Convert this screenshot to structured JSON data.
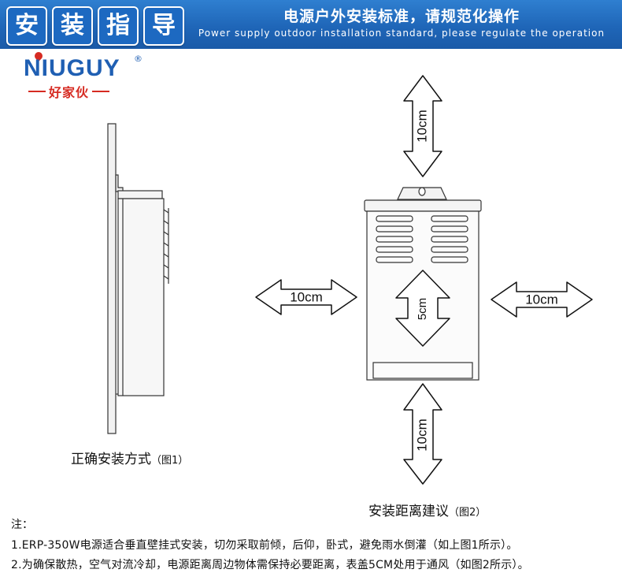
{
  "header": {
    "tiles": [
      "安",
      "装",
      "指",
      "导"
    ],
    "title": "电源户外安装标准，请规范化操作",
    "subtitle": "Power supply outdoor installation standard, please regulate the operation",
    "background_color": "#1f66b8"
  },
  "logo": {
    "brand": "NIUGUY",
    "registered": "®",
    "chinese_name": "好家伙",
    "brand_color": "#1f5fb3",
    "accent_color": "#d62b22"
  },
  "figure1": {
    "caption": "正确安装方式",
    "caption_note": "（图1）"
  },
  "figure2": {
    "caption": "安装距离建议",
    "caption_note": "（图2）",
    "top_clearance": "10cm",
    "bottom_clearance": "10cm",
    "left_clearance": "10cm",
    "right_clearance": "10cm",
    "cover_clearance": "5cm"
  },
  "notes": {
    "title": "注：",
    "items": [
      "1.ERP-350W电源适合垂直壁挂式安装，切勿采取前倾，后仰，卧式，避免雨水倒灌（如上图1所示）。",
      "2.为确保散热，空气对流冷却，电源距离周边物体需保持必要距离，表盖5CM处用于通风（如图2所示）。"
    ]
  }
}
